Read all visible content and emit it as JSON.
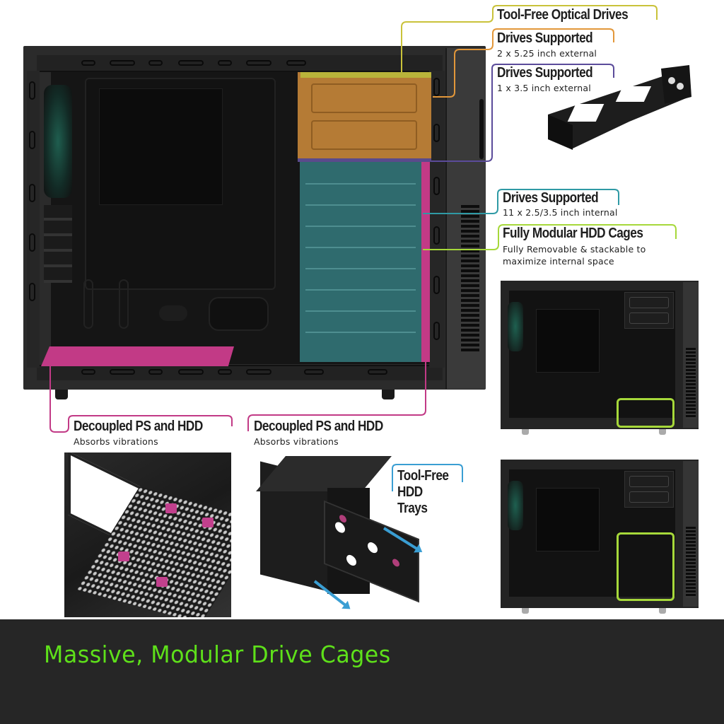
{
  "callouts": {
    "optical": {
      "title": "Tool-Free Optical Drives",
      "color": "#c9c23a"
    },
    "external_525": {
      "title": "Drives Supported",
      "subtitle": "2 x 5.25 inch external",
      "color": "#e2973a"
    },
    "external_35": {
      "title": "Drives Supported",
      "subtitle": "1 x 3.5 inch external",
      "color": "#5b4b9a"
    },
    "internal": {
      "title": "Drives Supported",
      "subtitle": "11 x 2.5/3.5 inch internal",
      "color": "#2f9aa5"
    },
    "modular": {
      "title": "Fully Modular HDD Cages",
      "subtitle_line1": "Fully Removable & stackable to",
      "subtitle_line2": "maximize internal space",
      "color": "#a6d83a"
    },
    "decoupled_left": {
      "title": "Decoupled PS and HDD",
      "subtitle": "Absorbs vibrations",
      "color": "#c23a86"
    },
    "decoupled_right": {
      "title": "Decoupled PS and HDD",
      "subtitle": "Absorbs vibrations",
      "color": "#c23a86"
    },
    "trays": {
      "line1": "Tool-Free",
      "line2": "HDD",
      "line3": "Trays",
      "color": "#3a9ed3"
    }
  },
  "highlight_colors": {
    "optical_bay": "#b57b35",
    "optical_top": "#b9b33a",
    "hdd_cage": "#2f6b6e",
    "decoupling": "#c23a86",
    "modular_outline": "#a6d83a"
  },
  "footer": {
    "title": "Massive, Modular Drive Cages",
    "title_color": "#5ee01a",
    "background": "#262626"
  }
}
